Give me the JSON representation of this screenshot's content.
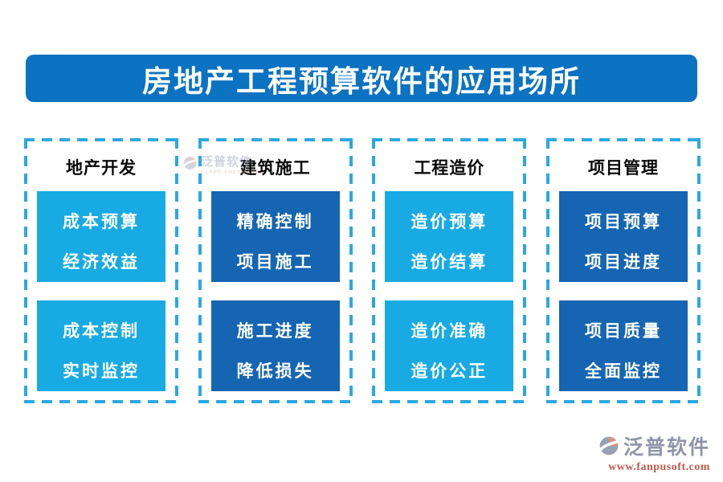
{
  "title": {
    "text": "房地产工程预算软件的应用场所"
  },
  "colors": {
    "banner_blue": "#0c72c2",
    "light_blue": "#18aae3",
    "dark_blue": "#1565b2",
    "dash_blue": "#2ba8e3",
    "brand_gray": "#8f95a8",
    "brand_red": "#c05b4d",
    "brand_salmon": "#d8917e"
  },
  "columns": [
    {
      "header": "地产开发",
      "tone": "light",
      "boxes": [
        {
          "lines": [
            "成本预算",
            "经济效益"
          ]
        },
        {
          "lines": [
            "成本控制",
            "实时监控"
          ]
        }
      ]
    },
    {
      "header": "建筑施工",
      "tone": "dark",
      "boxes": [
        {
          "lines": [
            "精确控制",
            "项目施工"
          ]
        },
        {
          "lines": [
            "施工进度",
            "降低损失"
          ]
        }
      ]
    },
    {
      "header": "工程造价",
      "tone": "light",
      "boxes": [
        {
          "lines": [
            "造价预算",
            "造价结算"
          ]
        },
        {
          "lines": [
            "造价准确",
            "造价公正"
          ]
        }
      ]
    },
    {
      "header": "项目管理",
      "tone": "dark",
      "boxes": [
        {
          "lines": [
            "项目预算",
            "项目进度"
          ]
        },
        {
          "lines": [
            "项目质量",
            "全面监控"
          ]
        }
      ]
    }
  ],
  "watermark": {
    "name": "泛普软件",
    "subtitle": "FANPU SOFTWARE",
    "icon": "fanpu-swirl-icon"
  },
  "brand": {
    "name": "泛普软件",
    "url": "www.fanpusoft.com",
    "icon": "fanpu-swirl-icon"
  }
}
